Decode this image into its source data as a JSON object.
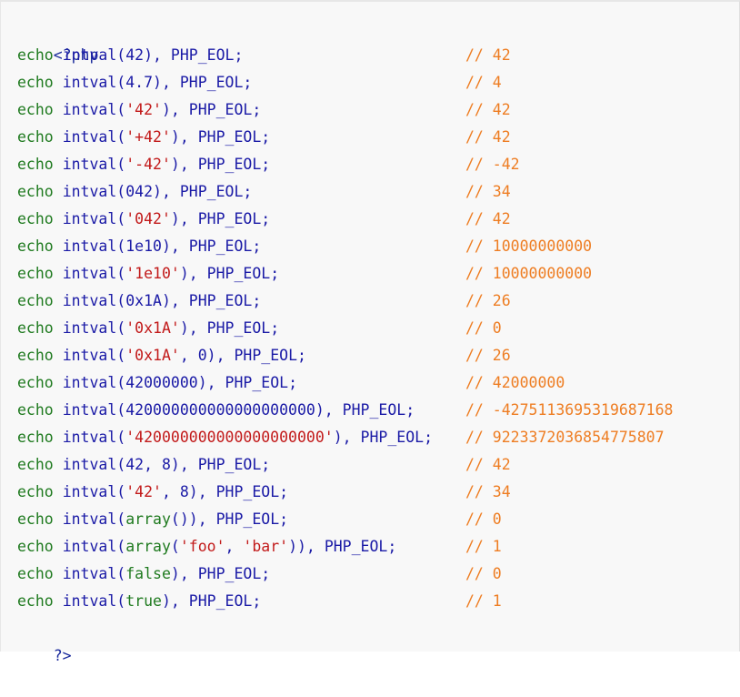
{
  "colors": {
    "background": "#f8f8f8",
    "keyword": "#1f7a1f",
    "function": "#1a1aa6",
    "string": "#c21a1a",
    "comment": "#ee7d22",
    "tag": "#1a2a9c"
  },
  "code": {
    "open_tag": "<?php",
    "close_tag": "?>",
    "lines": [
      {
        "tokens": [
          {
            "t": "kw",
            "v": "echo"
          },
          {
            "t": "sp",
            "v": " "
          },
          {
            "t": "fn",
            "v": "intval"
          },
          {
            "t": "punc",
            "v": "("
          },
          {
            "t": "num",
            "v": "42"
          },
          {
            "t": "punc",
            "v": "), "
          },
          {
            "t": "const",
            "v": "PHP_EOL"
          },
          {
            "t": "punc",
            "v": ";"
          }
        ],
        "comment": "// 42"
      },
      {
        "tokens": [
          {
            "t": "kw",
            "v": "echo"
          },
          {
            "t": "sp",
            "v": " "
          },
          {
            "t": "fn",
            "v": "intval"
          },
          {
            "t": "punc",
            "v": "("
          },
          {
            "t": "num",
            "v": "4.7"
          },
          {
            "t": "punc",
            "v": "), "
          },
          {
            "t": "const",
            "v": "PHP_EOL"
          },
          {
            "t": "punc",
            "v": ";"
          }
        ],
        "comment": "// 4"
      },
      {
        "tokens": [
          {
            "t": "kw",
            "v": "echo"
          },
          {
            "t": "sp",
            "v": " "
          },
          {
            "t": "fn",
            "v": "intval"
          },
          {
            "t": "punc",
            "v": "("
          },
          {
            "t": "str",
            "v": "'42'"
          },
          {
            "t": "punc",
            "v": "), "
          },
          {
            "t": "const",
            "v": "PHP_EOL"
          },
          {
            "t": "punc",
            "v": ";"
          }
        ],
        "comment": "// 42"
      },
      {
        "tokens": [
          {
            "t": "kw",
            "v": "echo"
          },
          {
            "t": "sp",
            "v": " "
          },
          {
            "t": "fn",
            "v": "intval"
          },
          {
            "t": "punc",
            "v": "("
          },
          {
            "t": "str",
            "v": "'+42'"
          },
          {
            "t": "punc",
            "v": "), "
          },
          {
            "t": "const",
            "v": "PHP_EOL"
          },
          {
            "t": "punc",
            "v": ";"
          }
        ],
        "comment": "// 42"
      },
      {
        "tokens": [
          {
            "t": "kw",
            "v": "echo"
          },
          {
            "t": "sp",
            "v": " "
          },
          {
            "t": "fn",
            "v": "intval"
          },
          {
            "t": "punc",
            "v": "("
          },
          {
            "t": "str",
            "v": "'-42'"
          },
          {
            "t": "punc",
            "v": "), "
          },
          {
            "t": "const",
            "v": "PHP_EOL"
          },
          {
            "t": "punc",
            "v": ";"
          }
        ],
        "comment": "// -42"
      },
      {
        "tokens": [
          {
            "t": "kw",
            "v": "echo"
          },
          {
            "t": "sp",
            "v": " "
          },
          {
            "t": "fn",
            "v": "intval"
          },
          {
            "t": "punc",
            "v": "("
          },
          {
            "t": "num",
            "v": "042"
          },
          {
            "t": "punc",
            "v": "), "
          },
          {
            "t": "const",
            "v": "PHP_EOL"
          },
          {
            "t": "punc",
            "v": ";"
          }
        ],
        "comment": "// 34"
      },
      {
        "tokens": [
          {
            "t": "kw",
            "v": "echo"
          },
          {
            "t": "sp",
            "v": " "
          },
          {
            "t": "fn",
            "v": "intval"
          },
          {
            "t": "punc",
            "v": "("
          },
          {
            "t": "str",
            "v": "'042'"
          },
          {
            "t": "punc",
            "v": "), "
          },
          {
            "t": "const",
            "v": "PHP_EOL"
          },
          {
            "t": "punc",
            "v": ";"
          }
        ],
        "comment": "// 42"
      },
      {
        "tokens": [
          {
            "t": "kw",
            "v": "echo"
          },
          {
            "t": "sp",
            "v": " "
          },
          {
            "t": "fn",
            "v": "intval"
          },
          {
            "t": "punc",
            "v": "("
          },
          {
            "t": "num",
            "v": "1e10"
          },
          {
            "t": "punc",
            "v": "), "
          },
          {
            "t": "const",
            "v": "PHP_EOL"
          },
          {
            "t": "punc",
            "v": ";"
          }
        ],
        "comment": "// 10000000000"
      },
      {
        "tokens": [
          {
            "t": "kw",
            "v": "echo"
          },
          {
            "t": "sp",
            "v": " "
          },
          {
            "t": "fn",
            "v": "intval"
          },
          {
            "t": "punc",
            "v": "("
          },
          {
            "t": "str",
            "v": "'1e10'"
          },
          {
            "t": "punc",
            "v": "), "
          },
          {
            "t": "const",
            "v": "PHP_EOL"
          },
          {
            "t": "punc",
            "v": ";"
          }
        ],
        "comment": "// 10000000000"
      },
      {
        "tokens": [
          {
            "t": "kw",
            "v": "echo"
          },
          {
            "t": "sp",
            "v": " "
          },
          {
            "t": "fn",
            "v": "intval"
          },
          {
            "t": "punc",
            "v": "("
          },
          {
            "t": "num",
            "v": "0x1A"
          },
          {
            "t": "punc",
            "v": "), "
          },
          {
            "t": "const",
            "v": "PHP_EOL"
          },
          {
            "t": "punc",
            "v": ";"
          }
        ],
        "comment": "// 26"
      },
      {
        "tokens": [
          {
            "t": "kw",
            "v": "echo"
          },
          {
            "t": "sp",
            "v": " "
          },
          {
            "t": "fn",
            "v": "intval"
          },
          {
            "t": "punc",
            "v": "("
          },
          {
            "t": "str",
            "v": "'0x1A'"
          },
          {
            "t": "punc",
            "v": "), "
          },
          {
            "t": "const",
            "v": "PHP_EOL"
          },
          {
            "t": "punc",
            "v": ";"
          }
        ],
        "comment": "// 0"
      },
      {
        "tokens": [
          {
            "t": "kw",
            "v": "echo"
          },
          {
            "t": "sp",
            "v": " "
          },
          {
            "t": "fn",
            "v": "intval"
          },
          {
            "t": "punc",
            "v": "("
          },
          {
            "t": "str",
            "v": "'0x1A'"
          },
          {
            "t": "punc",
            "v": ", "
          },
          {
            "t": "num",
            "v": "0"
          },
          {
            "t": "punc",
            "v": "), "
          },
          {
            "t": "const",
            "v": "PHP_EOL"
          },
          {
            "t": "punc",
            "v": ";"
          }
        ],
        "comment": "// 26"
      },
      {
        "tokens": [
          {
            "t": "kw",
            "v": "echo"
          },
          {
            "t": "sp",
            "v": " "
          },
          {
            "t": "fn",
            "v": "intval"
          },
          {
            "t": "punc",
            "v": "("
          },
          {
            "t": "num",
            "v": "42000000"
          },
          {
            "t": "punc",
            "v": "), "
          },
          {
            "t": "const",
            "v": "PHP_EOL"
          },
          {
            "t": "punc",
            "v": ";"
          }
        ],
        "comment": "// 42000000"
      },
      {
        "tokens": [
          {
            "t": "kw",
            "v": "echo"
          },
          {
            "t": "sp",
            "v": " "
          },
          {
            "t": "fn",
            "v": "intval"
          },
          {
            "t": "punc",
            "v": "("
          },
          {
            "t": "num",
            "v": "420000000000000000000"
          },
          {
            "t": "punc",
            "v": "), "
          },
          {
            "t": "const",
            "v": "PHP_EOL"
          },
          {
            "t": "punc",
            "v": ";"
          }
        ],
        "comment": "// -4275113695319687168"
      },
      {
        "tokens": [
          {
            "t": "kw",
            "v": "echo"
          },
          {
            "t": "sp",
            "v": " "
          },
          {
            "t": "fn",
            "v": "intval"
          },
          {
            "t": "punc",
            "v": "("
          },
          {
            "t": "str",
            "v": "'420000000000000000000'"
          },
          {
            "t": "punc",
            "v": "), "
          },
          {
            "t": "const",
            "v": "PHP_EOL"
          },
          {
            "t": "punc",
            "v": ";"
          }
        ],
        "comment": "// 9223372036854775807"
      },
      {
        "tokens": [
          {
            "t": "kw",
            "v": "echo"
          },
          {
            "t": "sp",
            "v": " "
          },
          {
            "t": "fn",
            "v": "intval"
          },
          {
            "t": "punc",
            "v": "("
          },
          {
            "t": "num",
            "v": "42"
          },
          {
            "t": "punc",
            "v": ", "
          },
          {
            "t": "num",
            "v": "8"
          },
          {
            "t": "punc",
            "v": "), "
          },
          {
            "t": "const",
            "v": "PHP_EOL"
          },
          {
            "t": "punc",
            "v": ";"
          }
        ],
        "comment": "// 42"
      },
      {
        "tokens": [
          {
            "t": "kw",
            "v": "echo"
          },
          {
            "t": "sp",
            "v": " "
          },
          {
            "t": "fn",
            "v": "intval"
          },
          {
            "t": "punc",
            "v": "("
          },
          {
            "t": "str",
            "v": "'42'"
          },
          {
            "t": "punc",
            "v": ", "
          },
          {
            "t": "num",
            "v": "8"
          },
          {
            "t": "punc",
            "v": "), "
          },
          {
            "t": "const",
            "v": "PHP_EOL"
          },
          {
            "t": "punc",
            "v": ";"
          }
        ],
        "comment": "// 34"
      },
      {
        "tokens": [
          {
            "t": "kw",
            "v": "echo"
          },
          {
            "t": "sp",
            "v": " "
          },
          {
            "t": "fn",
            "v": "intval"
          },
          {
            "t": "punc",
            "v": "("
          },
          {
            "t": "kw",
            "v": "array"
          },
          {
            "t": "punc",
            "v": "()"
          },
          {
            "t": "punc",
            "v": "), "
          },
          {
            "t": "const",
            "v": "PHP_EOL"
          },
          {
            "t": "punc",
            "v": ";"
          }
        ],
        "comment": "// 0"
      },
      {
        "tokens": [
          {
            "t": "kw",
            "v": "echo"
          },
          {
            "t": "sp",
            "v": " "
          },
          {
            "t": "fn",
            "v": "intval"
          },
          {
            "t": "punc",
            "v": "("
          },
          {
            "t": "kw",
            "v": "array"
          },
          {
            "t": "punc",
            "v": "("
          },
          {
            "t": "str",
            "v": "'foo'"
          },
          {
            "t": "punc",
            "v": ", "
          },
          {
            "t": "str",
            "v": "'bar'"
          },
          {
            "t": "punc",
            "v": ")"
          },
          {
            "t": "punc",
            "v": "), "
          },
          {
            "t": "const",
            "v": "PHP_EOL"
          },
          {
            "t": "punc",
            "v": ";"
          }
        ],
        "comment": "// 1"
      },
      {
        "tokens": [
          {
            "t": "kw",
            "v": "echo"
          },
          {
            "t": "sp",
            "v": " "
          },
          {
            "t": "fn",
            "v": "intval"
          },
          {
            "t": "punc",
            "v": "("
          },
          {
            "t": "kw",
            "v": "false"
          },
          {
            "t": "punc",
            "v": "), "
          },
          {
            "t": "const",
            "v": "PHP_EOL"
          },
          {
            "t": "punc",
            "v": ";"
          }
        ],
        "comment": "// 0"
      },
      {
        "tokens": [
          {
            "t": "kw",
            "v": "echo"
          },
          {
            "t": "sp",
            "v": " "
          },
          {
            "t": "fn",
            "v": "intval"
          },
          {
            "t": "punc",
            "v": "("
          },
          {
            "t": "kw",
            "v": "true"
          },
          {
            "t": "punc",
            "v": "), "
          },
          {
            "t": "const",
            "v": "PHP_EOL"
          },
          {
            "t": "punc",
            "v": ";"
          }
        ],
        "comment": "// 1"
      }
    ]
  }
}
